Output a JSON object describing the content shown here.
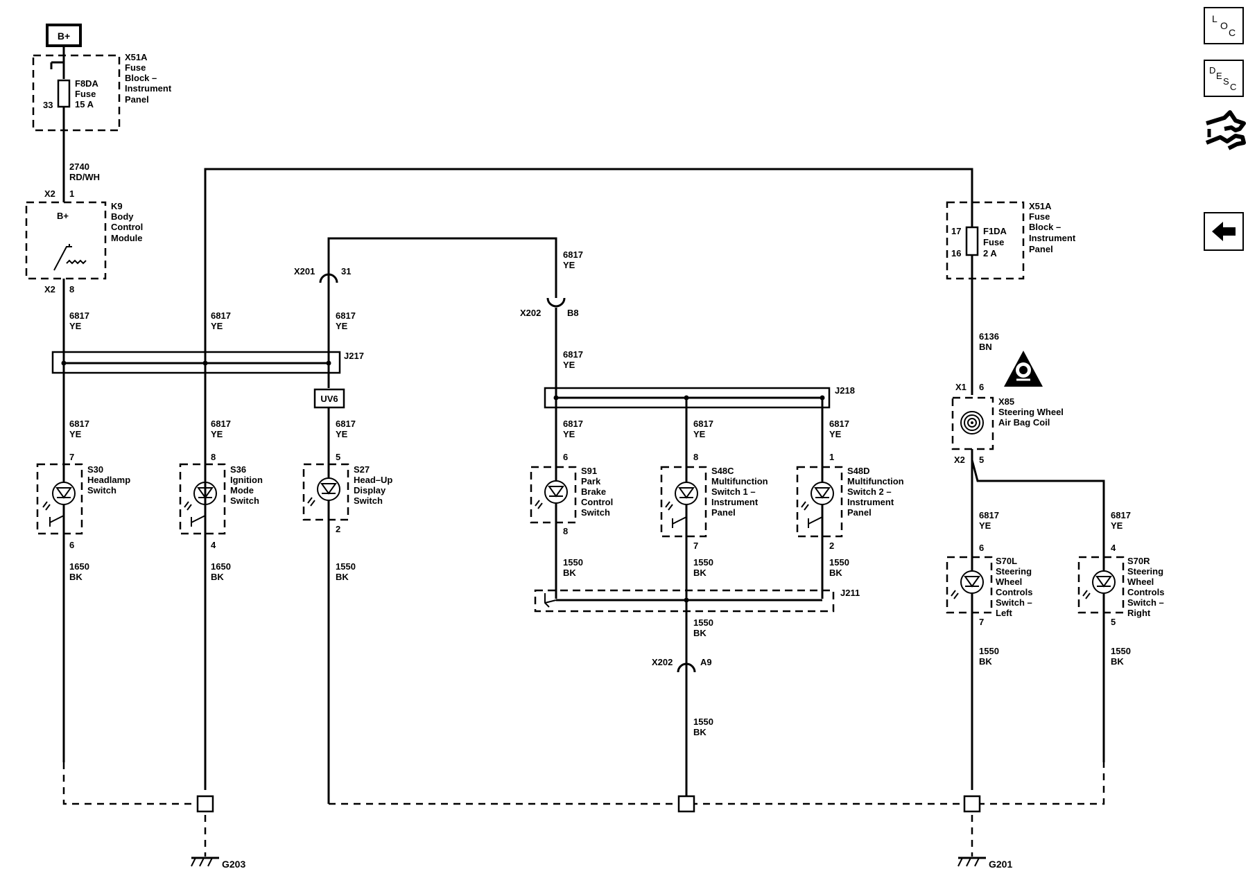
{
  "power": {
    "label": "B+"
  },
  "fuse_block_top": {
    "name": [
      "X51A",
      "Fuse",
      "Block –",
      "Instrument",
      "Panel"
    ],
    "fuse": [
      "F8DA",
      "Fuse",
      "15 A"
    ],
    "pin": "33"
  },
  "wire_2740": [
    "2740",
    "RD/WH"
  ],
  "bcm": {
    "conn_top": "X2",
    "pin_top": "1",
    "bplus": "B+",
    "name": [
      "K9",
      "Body",
      "Control",
      "Module"
    ],
    "conn_bot": "X2",
    "pin_bot": "8"
  },
  "splice_j217": "J217",
  "splice_j218": "J218",
  "splice_j211": "J211",
  "uv6": "UV6",
  "x201": {
    "conn": "X201",
    "pin": "31"
  },
  "x202_b8": {
    "conn": "X202",
    "pin": "B8"
  },
  "x202_a9": {
    "conn": "X202",
    "pin": "A9"
  },
  "wire_6817": [
    "6817",
    "YE"
  ],
  "wire_1650": [
    "1650",
    "BK"
  ],
  "wire_1550": [
    "1550",
    "BK"
  ],
  "wire_6136": [
    "6136",
    "BN"
  ],
  "switches": {
    "s30": {
      "name": [
        "S30",
        "Headlamp",
        "Switch"
      ],
      "pin_top": "7",
      "pin_bot": "6"
    },
    "s36": {
      "name": [
        "S36",
        "Ignition",
        "Mode",
        "Switch"
      ],
      "pin_top": "8",
      "pin_bot": "4"
    },
    "s27": {
      "name": [
        "S27",
        "Head–Up",
        "Display",
        "Switch"
      ],
      "pin_top": "5",
      "pin_bot": "2"
    },
    "s91": {
      "name": [
        "S91",
        "Park",
        "Brake",
        "Control",
        "Switch"
      ],
      "pin_top": "6",
      "pin_bot": "8"
    },
    "s48c": {
      "name": [
        "S48C",
        "Multifunction",
        "Switch 1 –",
        "Instrument",
        "Panel"
      ],
      "pin_top": "8",
      "pin_bot": "7"
    },
    "s48d": {
      "name": [
        "S48D",
        "Multifunction",
        "Switch 2 –",
        "Instrument",
        "Panel"
      ],
      "pin_top": "1",
      "pin_bot": "2"
    },
    "s70l": {
      "name": [
        "S70L",
        "Steering",
        "Wheel",
        "Controls",
        "Switch –",
        "Left"
      ],
      "pin_top": "6",
      "pin_bot": "7"
    },
    "s70r": {
      "name": [
        "S70R",
        "Steering",
        "Wheel",
        "Controls",
        "Switch –",
        "Right"
      ],
      "pin_top": "4",
      "pin_bot": "5"
    }
  },
  "fuse_block_right": {
    "name": [
      "X51A",
      "Fuse",
      "Block –",
      "Instrument",
      "Panel"
    ],
    "fuse": [
      "F1DA",
      "Fuse",
      "2 A"
    ],
    "pin_top": "17",
    "pin_bot": "16"
  },
  "airbag_coil": {
    "name": [
      "X85",
      "Steering Wheel",
      "Air Bag Coil"
    ],
    "conn_top": "X1",
    "pin_top": "6",
    "conn_bot": "X2",
    "pin_bot": "5"
  },
  "grounds": {
    "g203": "G203",
    "g201": "G201"
  },
  "side_nav": {
    "loc": [
      "L",
      "O",
      "C"
    ],
    "desc": [
      "D",
      "E",
      "S",
      "C"
    ],
    "wheel_icon": "steering-wheel-icon",
    "back_icon": "back-arrow-icon"
  }
}
